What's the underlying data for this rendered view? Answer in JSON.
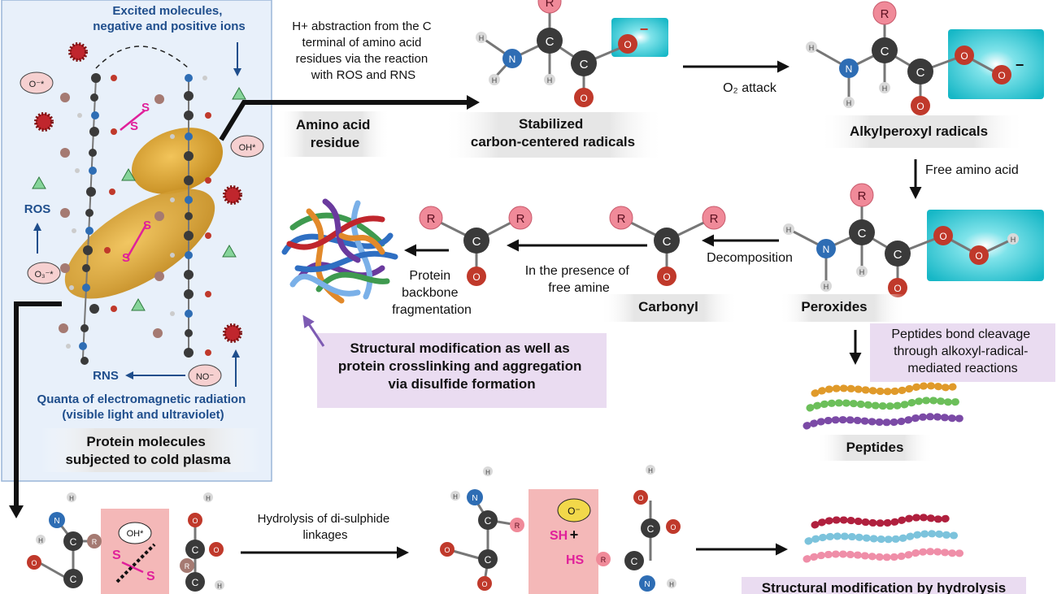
{
  "panel": {
    "excited": [
      "Excited molecules,",
      "negative and positive ions"
    ],
    "ros": "ROS",
    "rns": "RNS",
    "quanta": [
      "Quanta of electromagnetic radiation",
      "(visible light and ultraviolet)"
    ],
    "caption": [
      "Protein molecules",
      "subjected to cold plasma"
    ],
    "ion_o": "O⁻*",
    "ion_oh": "OH*",
    "ion_o3": "O₃⁻*",
    "ion_no": "NO⁻",
    "sulfur": "S"
  },
  "atoms": {
    "R": "R",
    "C": "C",
    "O": "O",
    "N": "N",
    "H": "H",
    "minus": "−"
  },
  "labels": {
    "h_abstraction": [
      "H+ abstraction from the C",
      "terminal of amino acid",
      "residues via the reaction",
      "with ROS and RNS"
    ],
    "amino_acid_residue": [
      "Amino acid",
      "residue"
    ],
    "stabilized": [
      "Stabilized",
      "carbon-centered radicals"
    ],
    "o2_attack": "O₂ attack",
    "alkylperoxyl": "Alkylperoxyl radicals",
    "free_amino_acid": "Free amino acid",
    "decomposition": "Decomposition",
    "presence_free_amine": [
      "In the presence of",
      "free amine"
    ],
    "carbonyl": "Carbonyl",
    "peroxides": "Peroxides",
    "protein_backbone": [
      "Protein",
      "backbone",
      "fragmentation"
    ],
    "structural_crosslinking": [
      "Structural modification as well as",
      "protein crosslinking and aggregation",
      "via disulfide formation"
    ],
    "peptide_bond_cleavage": [
      "Peptides bond cleavage",
      "through alkoxyl-radical-",
      "mediated reactions"
    ],
    "peptides": "Peptides",
    "hydrolysis": [
      "Hydrolysis of di-sulphide",
      "linkages"
    ],
    "sh": "SH",
    "hs": "HS",
    "plus": "+",
    "o_minus": "O⁻",
    "oh_star": "OH*",
    "s": "S",
    "structural_hydrolysis": "Structural modification by hydrolysis"
  },
  "colors": {
    "panel_bg": "#e8f0fa",
    "panel_border": "#9ab6d8",
    "blue_text": "#1f4e8c",
    "carbon": "#3a3a3a",
    "oxygen": "#c0392b",
    "nitrogen": "#2e6db4",
    "hydrogen": "#d9d9d9",
    "r_group": "#f08a99",
    "cyan_glow": "#25c2d0",
    "purple_box": "#eadcf1",
    "pink_box": "#f4b8b8",
    "magenta": "#e0209a",
    "gold": "#cf9522",
    "teal_ion": "#7fcf8f"
  }
}
